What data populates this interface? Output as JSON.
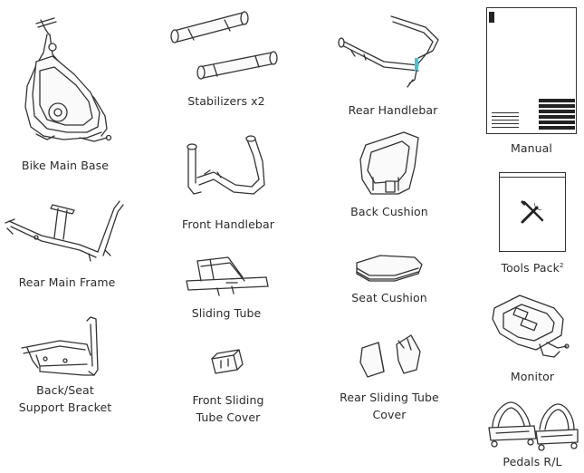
{
  "parts": {
    "bike_main_base": "Bike Main Base",
    "stabilizers": "Stabilizers x2",
    "rear_handlebar": "Rear Handlebar",
    "manual": "Manual",
    "front_handlebar": "Front Handlebar",
    "back_cushion": "Back Cushion",
    "tools_pack": "Tools Pack",
    "tools_pack_note": "2",
    "rear_main_frame": "Rear Main Frame",
    "sliding_tube": "Sliding Tube",
    "seat_cushion": "Seat Cushion",
    "monitor": "Monitor",
    "back_seat_bracket_line1": "Back/Seat",
    "back_seat_bracket_line2": "Support Bracket",
    "front_sliding_cover_line1": "Front Sliding",
    "front_sliding_cover_line2": "Tube Cover",
    "rear_sliding_cover_line1": "Rear Sliding Tube",
    "rear_sliding_cover_line2": "Cover",
    "pedals": "Pedals R/L"
  },
  "colors": {
    "line": "#333333",
    "accent_cyan": "#3cc6e0"
  }
}
